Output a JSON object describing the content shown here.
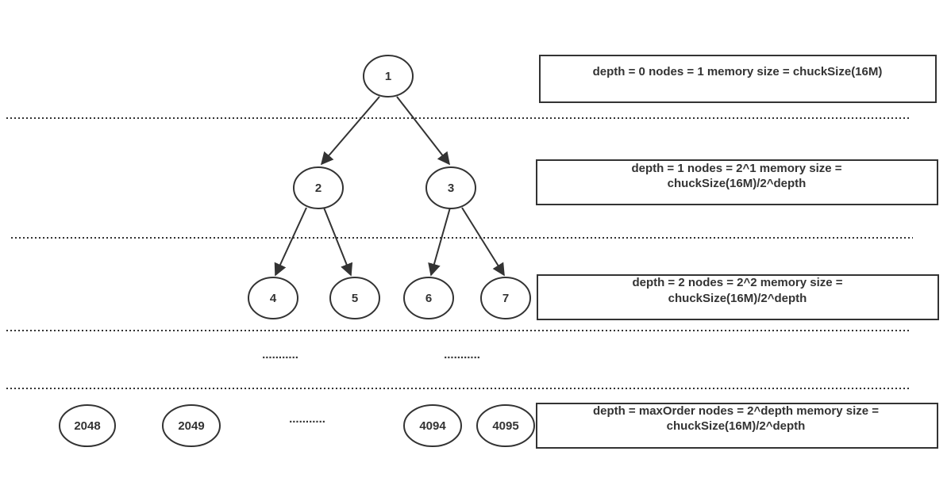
{
  "nodes": {
    "n1": "1",
    "n2": "2",
    "n3": "3",
    "n4": "4",
    "n5": "5",
    "n6": "6",
    "n7": "7",
    "n2048": "2048",
    "n2049": "2049",
    "n4094": "4094",
    "n4095": "4095"
  },
  "levels": {
    "depth0": {
      "line1": "depth = 0  nodes = 1 memory size = chuckSize(16M)"
    },
    "depth1": {
      "line1": "depth = 1  nodes = 2^1 memory size =",
      "line2": "chuckSize(16M)/2^depth"
    },
    "depth2": {
      "line1": "depth = 2  nodes = 2^2 memory size =",
      "line2": "chuckSize(16M)/2^depth"
    },
    "depthMax": {
      "line1": "depth = maxOrder  nodes = 2^depth memory size =",
      "line2": "chuckSize(16M)/2^depth"
    }
  },
  "ellipses": {
    "left": "...........",
    "right": "...........",
    "bottom": "..........."
  },
  "colors": {
    "stroke": "#333333",
    "background": "#ffffff"
  }
}
